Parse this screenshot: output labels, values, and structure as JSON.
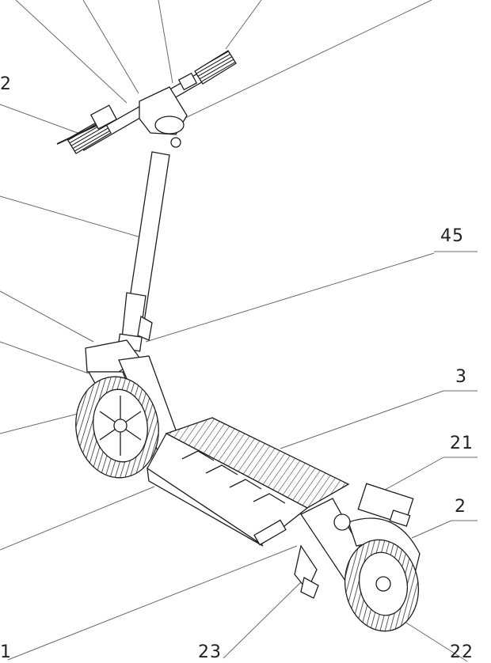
{
  "figure": {
    "callouts": [
      {
        "id": "c-2-left",
        "text": "2"
      },
      {
        "id": "c-45",
        "text": "45"
      },
      {
        "id": "c-3",
        "text": "3"
      },
      {
        "id": "c-21",
        "text": "21"
      },
      {
        "id": "c-2-right",
        "text": "2"
      },
      {
        "id": "c-23",
        "text": "23"
      },
      {
        "id": "c-22",
        "text": "22"
      },
      {
        "id": "c-1",
        "text": "1"
      }
    ]
  },
  "style": {
    "ink": "#1f1f1f",
    "leader": "#6a6a6a",
    "hatch": "#3a3a3a",
    "paper": "#ffffff"
  }
}
